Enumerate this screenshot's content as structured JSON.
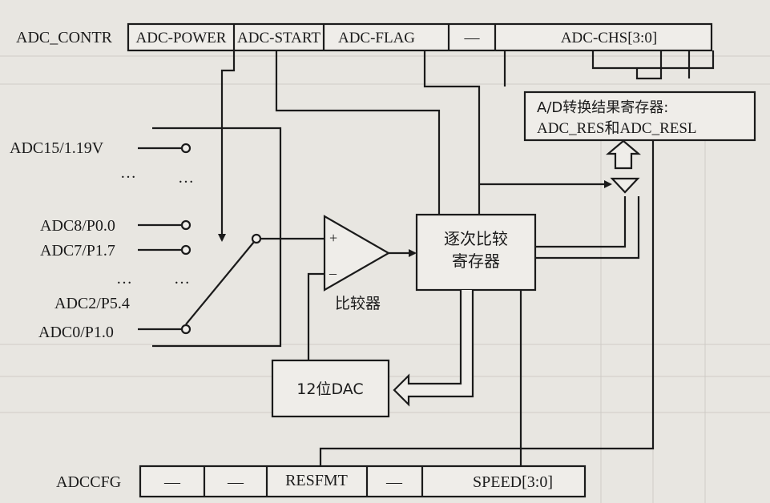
{
  "adc_contr": {
    "name": "ADC_CONTR",
    "fields": [
      "ADC-POWER",
      "ADC-START",
      "ADC-FLAG",
      "—",
      "ADC-CHS[3:0]"
    ]
  },
  "adccfg": {
    "name": "ADCCFG",
    "fields": [
      "—",
      "—",
      "RESFMT",
      "—",
      "SPEED[3:0]"
    ]
  },
  "inputs": {
    "adc15": "ADC15/1.19V",
    "adc8": "ADC8/P0.0",
    "adc7": "ADC7/P1.7",
    "adc2": "ADC2/P5.4",
    "adc0": "ADC0/P1.0",
    "ellipsis": "…",
    "vdots": "…"
  },
  "comparator": {
    "plus": "+",
    "minus": "–",
    "label": "比较器"
  },
  "sar": {
    "line1": "逐次比较",
    "line2": "寄存器"
  },
  "dac": {
    "label": "12位DAC"
  },
  "result": {
    "line1": "A/D转换结果寄存器:",
    "line2": "ADC_RES和ADC_RESL"
  },
  "colors": {
    "line": "#1b1b1b",
    "box_fill": "#efede9",
    "paper": "#e8e6e1"
  }
}
